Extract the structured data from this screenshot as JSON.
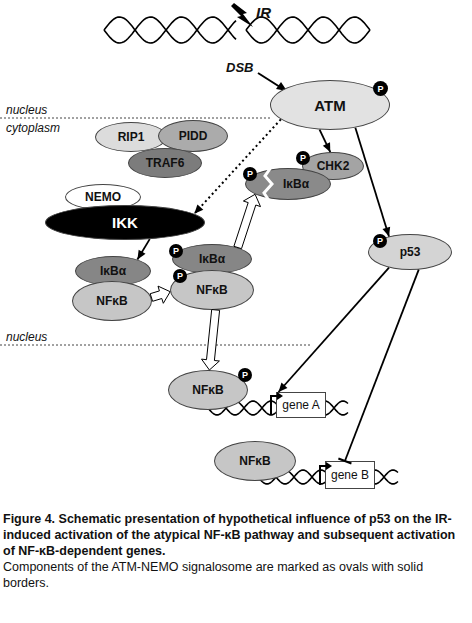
{
  "diagram": {
    "caption": "Figure 4. Schematic presentation of hypothetical influence of p53 on the IR-induced activation of the atypical NF-κB pathway and subsequent activation of NF-κB-dependent genes.",
    "nodes": [
      {
        "text": [
          "ATM"
        ]
      },
      {
        "text": [
          "P"
        ],
        "in": 0
      },
      {
        "text": [
          "RIP1"
        ]
      },
      {
        "text": [
          "PIDD"
        ]
      },
      {
        "text": [
          "TRAF6"
        ]
      },
      {
        "text": [
          "CHK2"
        ]
      },
      {
        "text": [
          "P"
        ],
        "in": 5
      },
      {
        "text": [
          "NEMO"
        ]
      },
      {
        "text": [
          "IKK"
        ]
      },
      {
        "text": [
          "IκBα"
        ]
      },
      {
        "text": [
          "P"
        ],
        "in": 9
      },
      {
        "text": [
          "IκBα"
        ]
      },
      {
        "text": [
          "NFκB"
        ]
      },
      {
        "text": [
          "IκBα"
        ]
      },
      {
        "text": [
          "P"
        ],
        "in": 13
      },
      {
        "text": [
          "NFκB"
        ]
      },
      {
        "text": [
          "P"
        ],
        "in": 15
      },
      {
        "text": [
          "p53"
        ]
      },
      {
        "text": [
          "P"
        ],
        "in": 17
      },
      {
        "text": [
          "NFκB"
        ]
      },
      {
        "text": [
          "P"
        ],
        "in": 19
      },
      {
        "text": [
          "gene A"
        ]
      },
      {
        "text": [
          "NFκB"
        ]
      },
      {
        "text": [
          "gene B"
        ]
      }
    ],
    "edges": [
      {
        "from": 0,
        "to": 5,
        "arrow": "to"
      },
      {
        "from": 0,
        "to": 17,
        "arrow": "to"
      },
      {
        "from": 0,
        "to": 8,
        "arrow": "to"
      },
      {
        "from": 8,
        "to": 11,
        "arrow": "to"
      },
      {
        "from": 12,
        "to": 15,
        "arrow": "to"
      },
      {
        "from": 13,
        "to": 9,
        "arrow": "to"
      },
      {
        "from": 15,
        "to": 19,
        "arrow": "to"
      },
      {
        "from": 17,
        "to": 21,
        "arrow": "to"
      },
      {
        "from": 17,
        "to": 23,
        "arrow": "to"
      }
    ],
    "labels": [
      "IR",
      "DSB",
      "nucleus",
      "cytoplasm",
      "nucleus",
      "Components of the ATM-NEMO signalosome are marked as ovals with solid borders."
    ]
  }
}
